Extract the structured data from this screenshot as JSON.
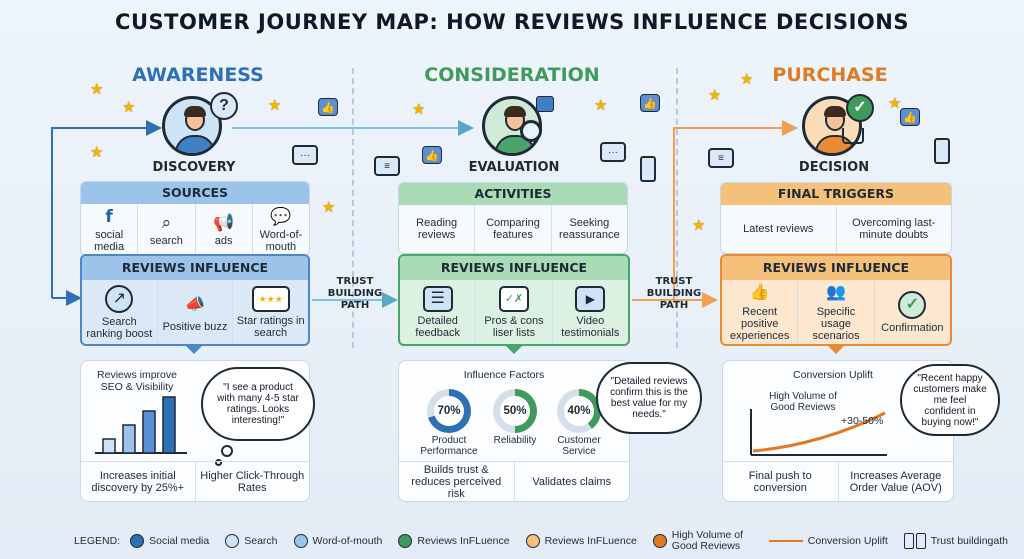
{
  "title": "CUSTOMER JOURNEY MAP: HOW REVIEWS INFLUENCE DECISIONS",
  "colors": {
    "blue": "#2f6fb3",
    "green": "#3f9a5b",
    "orange": "#e07b24",
    "blue_light": "#9cc3ea",
    "green_light": "#a9dcb6",
    "orange_light": "#f5c07a"
  },
  "stages": [
    {
      "title": "AWARENESS",
      "label": "DISCOVERY",
      "badge_icon": "?",
      "panel_title": "SOURCES",
      "items": [
        {
          "icon": "facebook-icon",
          "glyph": "f",
          "label": "social media"
        },
        {
          "icon": "search-icon",
          "glyph": "⌕",
          "label": "search"
        },
        {
          "icon": "megaphone-icon",
          "glyph": "📢",
          "label": "ads"
        },
        {
          "icon": "chat-icon",
          "glyph": "💬",
          "label": "Word-of-mouth"
        }
      ],
      "influence_title": "REVIEWS INFLUENCE",
      "influence": [
        {
          "icon": "ranking-icon",
          "glyph": "↗",
          "label": "Search ranking boost"
        },
        {
          "icon": "megaphone-icon",
          "glyph": "📣",
          "label": "Positive buzz"
        },
        {
          "icon": "star-rating-icon",
          "glyph": "★★★",
          "label": "Star ratings in search"
        }
      ],
      "lower_title": "Reviews improve SEO & Visibility",
      "bubble": "\"I see a product with many 4-5 star ratings. Looks interesting!\"",
      "footer": [
        "Increases initial discovery by 25%+",
        "Higher Click-Through Rates"
      ]
    },
    {
      "title": "CONSIDERATION",
      "label": "EVALUATION",
      "panel_title": "ACTIVITIES",
      "items": [
        {
          "label": "Reading reviews"
        },
        {
          "label": "Comparing features"
        },
        {
          "label": "Seeking reassurance"
        }
      ],
      "influence_title": "REVIEWS INFLUENCE",
      "influence": [
        {
          "icon": "feedback-icon",
          "glyph": "☰",
          "label": "Detailed feedback"
        },
        {
          "icon": "checklist-icon",
          "glyph": "✓✗",
          "label": "Pros & cons liser lists"
        },
        {
          "icon": "video-icon",
          "glyph": "▶",
          "label": "Video testimonials"
        }
      ],
      "lower_title": "Influence Factors",
      "factors": [
        {
          "value": "70%",
          "pct": 70,
          "label": "Product Performance"
        },
        {
          "value": "50%",
          "pct": 50,
          "label": "Reliability"
        },
        {
          "value": "40%",
          "pct": 40,
          "label": "Customer Service"
        }
      ],
      "bubble": "\"Detailed reviews confirm this is the best value for my needs.\"",
      "footer": [
        "Builds trust & reduces perceived risk",
        "Validates claims"
      ]
    },
    {
      "title": "PURCHASE",
      "label": "DECISION",
      "badge_icon": "✓",
      "panel_title": "FINAL TRIGGERS",
      "items": [
        {
          "label": "Latest reviews"
        },
        {
          "label": "Overcoming last-minute doubts"
        }
      ],
      "influence_title": "REVIEWS INFLUENCE",
      "influence": [
        {
          "icon": "thumbs-up-icon",
          "glyph": "👍",
          "label": "Recent positive experiences"
        },
        {
          "icon": "group-icon",
          "glyph": "👥",
          "label": "Specific usage scenarios"
        },
        {
          "icon": "checkmark-icon",
          "glyph": "✓",
          "label": "Confirmation"
        }
      ],
      "lower_title": "Conversion Uplift",
      "curve_label": "High Volume of Good Reviews",
      "uplift": "+30-50%",
      "bubble": "\"Recent happy customers make me feel confident in buying now!\"",
      "footer": [
        "Final push to conversion",
        "Increases Average Order Value (AOV)"
      ]
    }
  ],
  "path_labels": [
    "TRUST BUILDING PATH",
    "TRUST BUILDING PATH"
  ],
  "seo_bars": [
    1,
    2,
    3,
    4
  ],
  "legend": {
    "title": "LEGEND:",
    "items": [
      {
        "label": "Social media",
        "color": "#2f6fb3"
      },
      {
        "label": "Search",
        "color": "search"
      },
      {
        "label": "Word-of-mouth",
        "color": "#9cc3ea"
      },
      {
        "label": "Reviews InFLuence",
        "color": "#3f9a5b"
      },
      {
        "label": "Reviews InFLuence",
        "color": "#f5c07a"
      },
      {
        "label": "High Volume of Good Reviews",
        "color": "#e07b24"
      }
    ],
    "line_label": "Conversion Uplift",
    "trust_label": "Trust buildingath"
  }
}
